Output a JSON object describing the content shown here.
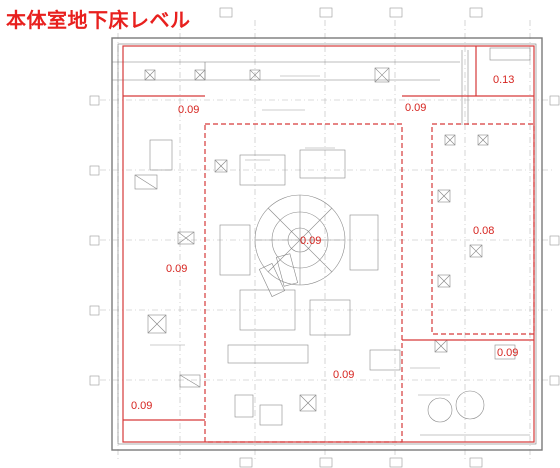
{
  "title": "本体室地下床レベル",
  "colors": {
    "title": "#e8201e",
    "zone_line": "#d63a3a",
    "value_text": "#d6241f",
    "drawing_line": "#8a8a8a"
  },
  "zones": [
    {
      "id": "outer",
      "label": "0.09",
      "style": "solid"
    },
    {
      "id": "top-right-corner",
      "label": "0.13",
      "style": "solid"
    },
    {
      "id": "upper-left-band",
      "label": "0.09",
      "style": "solid"
    },
    {
      "id": "inner-machine-room",
      "label": "0.09",
      "style": "dashed"
    },
    {
      "id": "upper-right-band",
      "label": "0.09",
      "style": "solid"
    },
    {
      "id": "right-column",
      "label": "0.08",
      "style": "dashed"
    },
    {
      "id": "left-middle",
      "label": "0.09",
      "style": "solid"
    },
    {
      "id": "lower-right",
      "label": "0.09",
      "style": "solid"
    },
    {
      "id": "lower-center",
      "label": "0.09",
      "style": "dashed"
    },
    {
      "id": "lower-left",
      "label": "0.09",
      "style": "solid"
    }
  ]
}
